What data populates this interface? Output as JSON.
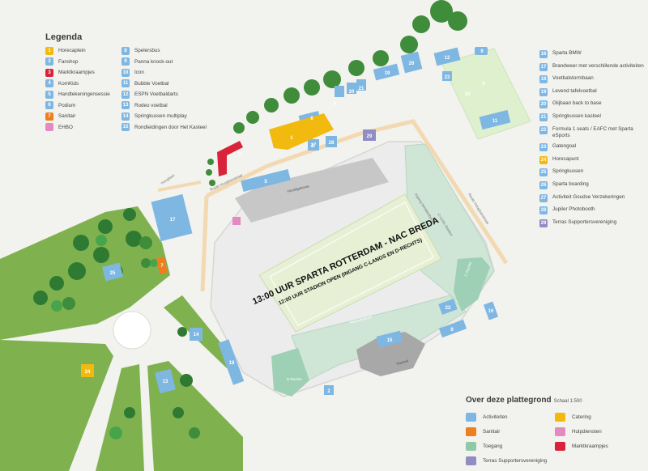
{
  "legend": {
    "title": "Legenda",
    "items": [
      {
        "num": "1",
        "label": "Horecaplein",
        "color": "#f2b90f"
      },
      {
        "num": "2",
        "label": "Fanshop",
        "color": "#7fb7e3"
      },
      {
        "num": "3",
        "label": "Marktkraampjes",
        "color": "#d9233b"
      },
      {
        "num": "4",
        "label": "KomKids",
        "color": "#7fb7e3"
      },
      {
        "num": "5",
        "label": "Handtekeningensessie",
        "color": "#7fb7e3"
      },
      {
        "num": "6",
        "label": "Podium",
        "color": "#7fb7e3"
      },
      {
        "num": "7",
        "label": "Sanitair",
        "color": "#f07d1e"
      },
      {
        "num": "",
        "label": "EHBO",
        "color": "#e58ac1"
      },
      {
        "num": "8",
        "label": "Spelersbus",
        "color": "#7fb7e3"
      },
      {
        "num": "9",
        "label": "Panna knock-out",
        "color": "#7fb7e3"
      },
      {
        "num": "10",
        "label": "Icon",
        "color": "#7fb7e3"
      },
      {
        "num": "11",
        "label": "Bubble Voetbal",
        "color": "#7fb7e3"
      },
      {
        "num": "12",
        "label": "ESPN Voetbaldarts",
        "color": "#7fb7e3"
      },
      {
        "num": "13",
        "label": "Rodeo voetbal",
        "color": "#7fb7e3"
      },
      {
        "num": "14",
        "label": "Springkussen multiplay",
        "color": "#7fb7e3"
      },
      {
        "num": "15",
        "label": "Rondleidingen door Het Kasteel",
        "color": "#7fb7e3"
      }
    ],
    "right_items": [
      {
        "num": "16",
        "label": "Sparta BMW",
        "color": "#7fb7e3"
      },
      {
        "num": "17",
        "label": "Brandweer met verschillende activiteiten",
        "color": "#7fb7e3"
      },
      {
        "num": "18",
        "label": "Voetbalstormbaan",
        "color": "#7fb7e3"
      },
      {
        "num": "19",
        "label": "Levend tafelvoetbal",
        "color": "#7fb7e3"
      },
      {
        "num": "20",
        "label": "Glijbaan back to base",
        "color": "#7fb7e3"
      },
      {
        "num": "21",
        "label": "Springkussen kasteel",
        "color": "#7fb7e3"
      },
      {
        "num": "22",
        "label": "Formula 1 seats / EAFC met Sparta eSports",
        "color": "#7fb7e3"
      },
      {
        "num": "23",
        "label": "Gatengoal",
        "color": "#7fb7e3"
      },
      {
        "num": "24",
        "label": "Horecapunt",
        "color": "#f2b90f"
      },
      {
        "num": "25",
        "label": "Springkussen",
        "color": "#7fb7e3"
      },
      {
        "num": "26",
        "label": "Sparta boarding",
        "color": "#7fb7e3"
      },
      {
        "num": "27",
        "label": "Activiteit Goudse Verzekeringen",
        "color": "#7fb7e3"
      },
      {
        "num": "28",
        "label": "Jupiler Photobooth",
        "color": "#7fb7e3"
      },
      {
        "num": "29",
        "label": "Terras Supportersvereniging",
        "color": "#8f8dc4"
      }
    ]
  },
  "about": {
    "title": "Over deze plattegrond",
    "scale": "Schaal 1:500",
    "categories": [
      {
        "label": "Activiteiten",
        "color": "#7fb7e3"
      },
      {
        "label": "Catering",
        "color": "#f2b90f"
      },
      {
        "label": "Sanitair",
        "color": "#f07d1e"
      },
      {
        "label": "Hulpdiensten",
        "color": "#e58ac1"
      },
      {
        "label": "Toegang",
        "color": "#8fcaa8"
      },
      {
        "label": "Marktkraampjes",
        "color": "#d9233b"
      },
      {
        "label": "Terras Supportersvereniging",
        "color": "#8f8dc4"
      }
    ]
  },
  "map": {
    "banner_line1": "13:00 UUR SPARTA ROTTERDAM - NAC BREDA",
    "banner_line2": "12:00 UUR STADION OPEN (INGANG C-LANGS EN D-RECHTS)",
    "street_hooglaan": "Hooglaan",
    "street_route_left": "Route Hooglaanstraat",
    "street_route_right": "Route Hooglaanstraat",
    "label_hoofdgebouw": "Hoofdgebouw",
    "label_kasteel": "Kasteel",
    "label_dbuitendijk": "D-Buitendijk",
    "label_c_vak": "C-Vak",
    "label_d_vak": "D-Rechts",
    "label_stand_top": "Ingang familietribune",
    "label_stand_bottom": "Kasteeltribune",
    "label_c_rechts": "C-Rechts",
    "label_c_links": "C-Links Stadion",
    "markers": {
      "m1": "1",
      "m2": "2",
      "m3": "3",
      "m4": "4",
      "m5": "5",
      "m6": "6",
      "m7": "7",
      "m8": "8",
      "m9": "9",
      "m9b": "9",
      "m10": "10",
      "m11": "11",
      "m12": "12",
      "m13": "13",
      "m14": "14",
      "m15": "15",
      "m16": "16",
      "m16b": "16",
      "m17": "17",
      "m18": "18",
      "m19": "19",
      "m20": "20",
      "m21": "21",
      "m22": "22",
      "m23": "23",
      "m24": "24",
      "m25": "25",
      "m26": "26",
      "m27": "27",
      "m28": "28",
      "m29": "29",
      "m2b": "2"
    }
  }
}
